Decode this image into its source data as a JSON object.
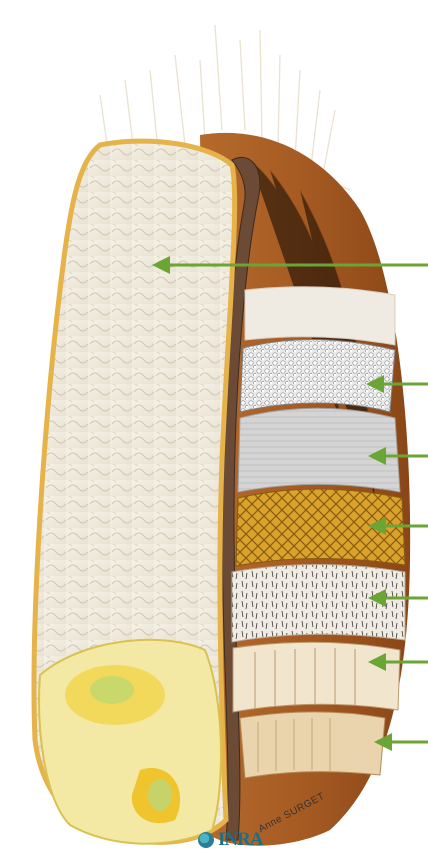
{
  "diagram": {
    "subject": "wheat-grain-cross-section",
    "arrow_color": "#6aa535",
    "arrow_count": 7
  },
  "credit": {
    "organization": "INRA",
    "author": "Anne SURGET"
  }
}
